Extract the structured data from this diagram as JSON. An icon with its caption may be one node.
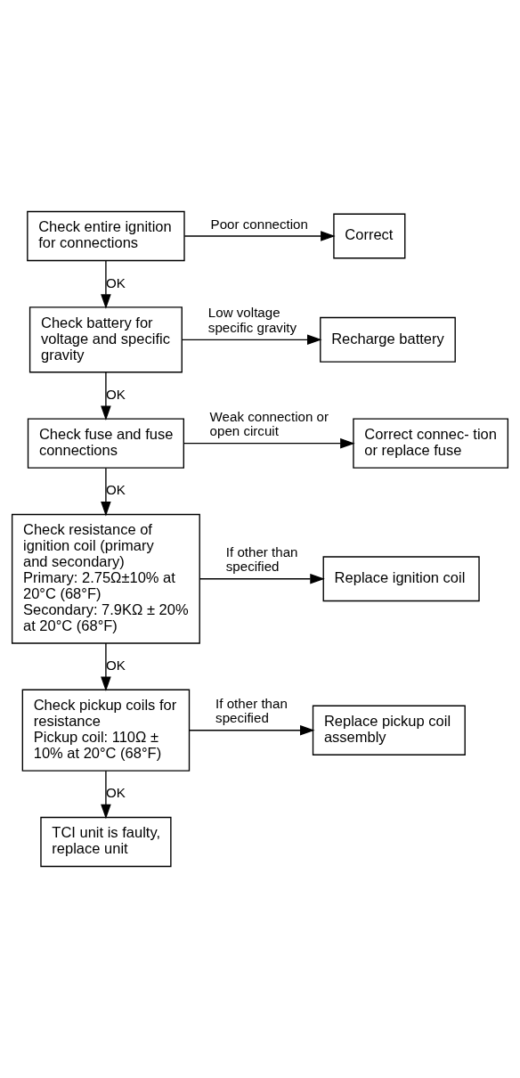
{
  "diagram": {
    "nodes": [
      {
        "text": [
          "Check entire ignition for connections"
        ]
      },
      {
        "text": [
          "Correct"
        ]
      },
      {
        "text": [
          "Check battery for voltage and specific gravity"
        ]
      },
      {
        "text": [
          "Recharge battery"
        ]
      },
      {
        "text": [
          "Check fuse and fuse connections"
        ]
      },
      {
        "text": [
          "Correct connec- tion or replace fuse"
        ]
      },
      {
        "text": [
          "Check resistance of ignition coil (primary and secondary)",
          "Primary: 2.75Ω±10% at 20°C (68°F)",
          "Secondary: 7.9KΩ ± 20% at 20°C (68°F)"
        ]
      },
      {
        "text": [
          "Replace ignition coil"
        ]
      },
      {
        "text": [
          "Check pickup coils for resistance",
          "Pickup coil: 110Ω ± 10% at 20°C (68°F)"
        ]
      },
      {
        "text": [
          "Replace pickup coil assembly"
        ]
      },
      {
        "text": [
          "TCI unit is faulty, replace unit"
        ]
      }
    ],
    "edges": [
      {
        "from": 0,
        "to": 1,
        "arrow": "to",
        "label": "Poor connection"
      },
      {
        "from": 0,
        "to": 2,
        "arrow": "to",
        "label": "OK"
      },
      {
        "from": 2,
        "to": 3,
        "arrow": "to",
        "label": "Low voltage specific gravity"
      },
      {
        "from": 2,
        "to": 4,
        "arrow": "to",
        "label": "OK"
      },
      {
        "from": 4,
        "to": 5,
        "arrow": "to",
        "label": "Weak connection or open circuit"
      },
      {
        "from": 4,
        "to": 6,
        "arrow": "to",
        "label": "OK"
      },
      {
        "from": 6,
        "to": 7,
        "arrow": "to",
        "label": "If other than specified"
      },
      {
        "from": 6,
        "to": 8,
        "arrow": "to",
        "label": "OK"
      },
      {
        "from": 8,
        "to": 9,
        "arrow": "to",
        "label": "If other than specified"
      },
      {
        "from": 8,
        "to": 10,
        "arrow": "to",
        "label": "OK"
      }
    ]
  }
}
